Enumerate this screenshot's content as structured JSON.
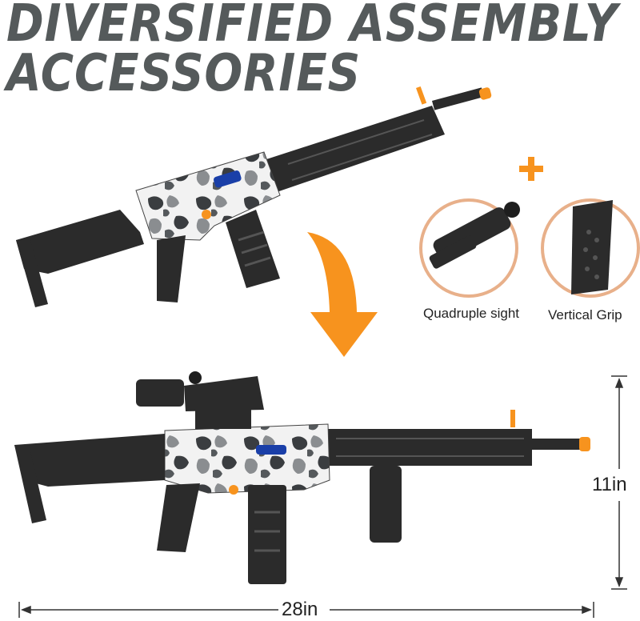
{
  "headline": {
    "line1": "DIVERSIFIED ASSEMBLY",
    "line2": "ACCESSORIES"
  },
  "accessories": [
    {
      "name": "quadruple-sight",
      "label": "Quadruple sight"
    },
    {
      "name": "vertical-grip",
      "label": "Vertical Grip"
    }
  ],
  "dimensions": {
    "length": "28in",
    "height": "11in"
  },
  "colors": {
    "headline": "#555a5b",
    "accent_orange": "#f7931e",
    "gun_black": "#2b2b2b",
    "camo_white": "#f2f2f2",
    "camo_gray": "#8a8d90",
    "camo_dark": "#3a3d40",
    "ring": "#e8b08a"
  }
}
